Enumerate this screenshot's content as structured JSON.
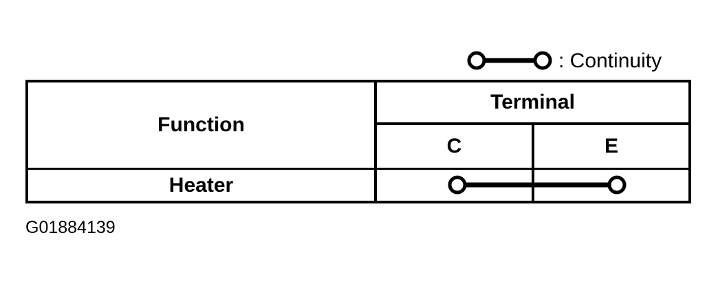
{
  "legend": {
    "symbol_name": "continuity-symbol",
    "label": ": Continuity",
    "line_color": "#000000",
    "circle_fill": "#ffffff"
  },
  "table": {
    "border_color": "#000000",
    "background": "#ffffff",
    "headers": {
      "function": "Function",
      "terminal_group": "Terminal",
      "terminal_columns": [
        "C",
        "E"
      ]
    },
    "rows": [
      {
        "function": "Heater",
        "continuity": {
          "from": "C",
          "to": "E",
          "connected": true
        }
      }
    ]
  },
  "caption": {
    "text": "G01884139"
  }
}
